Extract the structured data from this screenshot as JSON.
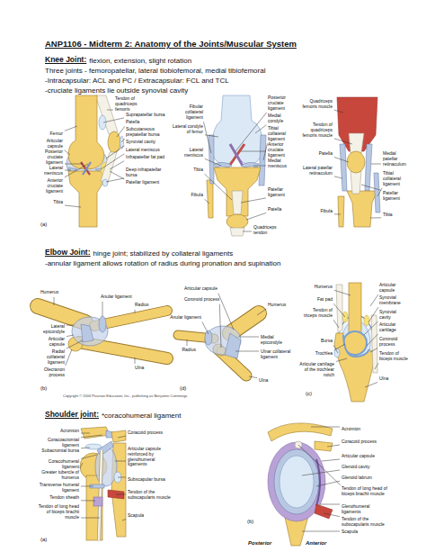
{
  "diagram": {
    "title": "ANP1106 - Midterm 2: Anatomy of the Joints/Muscular System",
    "labels": [
      "Knee Joint:",
      "flexion, extension, slight rotation",
      "Three joints - femoropatellar, lateral tiobiofemoral, medial tibiofemoral",
      "-Intracapsular: ACL and PC / Extracapsular: FCL and TCL",
      "-cruciate ligaments lie outside synovial cavity",
      "Tendon of quadriceps femoris",
      "Suprapatellar bursa",
      "Patella",
      "Subcutaneous prepatellar bursa",
      "Synovial cavity",
      "Lateral meniscus",
      "Infrapatellar fat pad",
      "Deep infrapatellar bursa",
      "Patellar ligament",
      "Femur",
      "Articular capsule",
      "Posterior cruciate ligament",
      "Lateral meniscus",
      "Anterior cruciate ligament",
      "Tibia",
      "(a)",
      "Fibular collateral ligament",
      "Lateral condyle of femur",
      "Lateral meniscus",
      "Tibia",
      "Fibula",
      "Posterior cruciate ligament",
      "Medial condyle",
      "Tibial collateral ligament",
      "Anterior cruciate ligament",
      "Medial meniscus",
      "Patellar ligament",
      "Patella",
      "Quadriceps tendon",
      "Quadriceps femoris muscle",
      "Tendon of quadriceps femoris muscle",
      "Patella",
      "Lateral patellar retinaculum",
      "Fibula",
      "Medial patellar retinaculum",
      "Tibial collateral ligament",
      "Patellar ligament",
      "Tibia",
      "Elbow Joint:",
      "hinge joint; stabilized by collateral ligaments",
      "-annular ligament allows rotation of radius during pronation and supination",
      "Humerus",
      "Lateral epicondyle",
      "Articular capsule",
      "Radial collateral ligament",
      "Olecranon process",
      "Anular ligament",
      "Radius",
      "Ulna",
      "(b)",
      "Copyright © 2006 Pearson Education, Inc., publishing as Benjamin Cummings",
      "Articular capsule",
      "Anular ligament",
      "Coronoid process",
      "Radius",
      "Humerus",
      "Medial epicondyle",
      "Ulnar collateral ligament",
      "Ulna",
      "(d)",
      "Humerus",
      "Fat pad",
      "Tendon of triceps muscle",
      "Bursa",
      "Trochlea",
      "Articular cartilage of the trochlear notch",
      "Articular capsule",
      "Synovial membrane",
      "Synovial cavity",
      "Articular cartilage",
      "Coronoid process",
      "Tendon of biceps muscle",
      "Ulna",
      "(c)",
      "Shoulder joint:",
      "*coracohumeral ligament",
      "Acromion",
      "Coracoacromial ligament",
      "Subacromial bursa",
      "Coracohumeral ligament",
      "Greater tubercle of humerus",
      "Transverse humeral ligament",
      "Tendon sheath",
      "Tendon of long head of biceps brachii muscle",
      "Coracoid process",
      "Articular capsule reinforced by glenohumeral ligaments",
      "Subscapular bursa",
      "Tendon of the subscapularis muscle",
      "Scapula",
      "(a)",
      "Acromion",
      "Coracoid process",
      "Articular capsule",
      "Glenoid cavity",
      "Glenoid labrum",
      "Tendon of long head of biceps brachii muscle",
      "Glenohumeral ligaments",
      "Tendon of the subscapularis muscle",
      "Scapula",
      "(b)",
      "Posterior",
      "Anterior"
    ]
  }
}
